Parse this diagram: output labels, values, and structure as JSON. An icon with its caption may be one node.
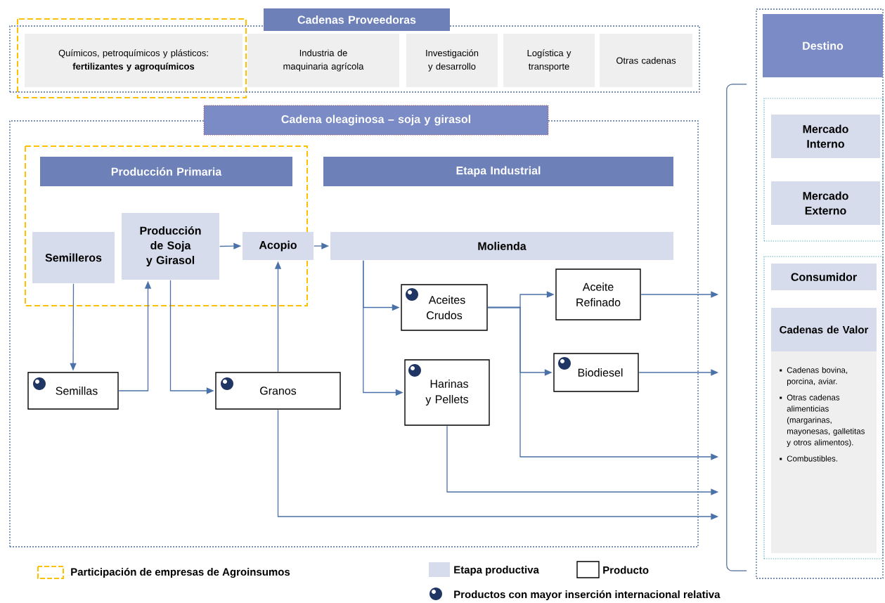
{
  "diagram": {
    "nodes": [
      {
        "text": [
          "Cadenas Proveedoras"
        ]
      },
      {
        "text": [
          "Químicos, petroquímicos y plásticos: **fertilizantes y agroquímicos**"
        ],
        "in": 0
      },
      {
        "text": [
          "Industria de maquinaria agrícola"
        ],
        "in": 0
      },
      {
        "text": [
          "Investigación y desarrollo"
        ],
        "in": 0
      },
      {
        "text": [
          "Logística y transporte"
        ],
        "in": 0
      },
      {
        "text": [
          "Otras cadenas"
        ],
        "in": 0
      },
      {
        "text": [
          "Cadena oleaginosa – soja y girasol"
        ]
      },
      {
        "text": [
          "Producción Primaria"
        ],
        "in": 6
      },
      {
        "text": [
          "Etapa Industrial"
        ],
        "in": 6
      },
      {
        "text": [
          "Semilleros"
        ],
        "in": 6
      },
      {
        "text": [
          "Producción de Soja y Girasol"
        ],
        "in": 6
      },
      {
        "text": [
          "Acopio"
        ],
        "in": 6
      },
      {
        "text": [
          "Molienda"
        ],
        "in": 6
      },
      {
        "text": [
          "Aceite Refinado"
        ],
        "in": 6
      },
      {
        "text": [
          "Aceites Crudos"
        ],
        "in": 6
      },
      {
        "text": [
          "Biodiesel"
        ],
        "in": 6
      },
      {
        "text": [
          "Harinas y Pellets"
        ],
        "in": 6
      },
      {
        "text": [
          "Semillas"
        ],
        "in": 6
      },
      {
        "text": [
          "Granos"
        ],
        "in": 6
      },
      {
        "text": [
          "Destino"
        ]
      },
      {
        "text": [],
        "shape": "box",
        "in": 19
      },
      {
        "text": [
          "Mercado Interno"
        ],
        "in": 20
      },
      {
        "text": [
          "Mercado Externo"
        ],
        "in": 20
      },
      {
        "text": [],
        "shape": "box",
        "in": 19
      },
      {
        "text": [
          "Consumidor"
        ],
        "in": 23
      },
      {
        "text": [
          "Cadenas de Valor",
          "Cadenas bovina, porcina, aviar.",
          "Otras cadenas alimenticias (margarinas, mayonesas, galletitas y otros alimentos).",
          "Combustibles."
        ],
        "in": 23
      },
      {
        "text": [],
        "shape": "bracket"
      }
    ],
    "edges": [
      {
        "from": 9,
        "to": 17,
        "arrow": "to"
      },
      {
        "from": 17,
        "to": 10,
        "arrow": "to"
      },
      {
        "from": 10,
        "to": 18,
        "arrow": "to"
      },
      {
        "from": 10,
        "to": 11,
        "arrow": "to"
      },
      {
        "from": 18,
        "to": 11,
        "arrow": "to"
      },
      {
        "from": 11,
        "to": 12,
        "arrow": "to"
      },
      {
        "from": 12,
        "to": 14,
        "arrow": "to"
      },
      {
        "from": 12,
        "to": 16,
        "arrow": "to"
      },
      {
        "from": 14,
        "to": 13,
        "arrow": "to"
      },
      {
        "from": 14,
        "to": 15,
        "arrow": "to"
      },
      {
        "from": 14,
        "to": 26,
        "arrow": "to"
      },
      {
        "from": 13,
        "to": 26,
        "arrow": "to"
      },
      {
        "from": 15,
        "to": 26,
        "arrow": "to"
      },
      {
        "from": 16,
        "to": 26,
        "arrow": "to"
      },
      {
        "from": 18,
        "to": 26,
        "arrow": "to"
      }
    ],
    "legend": [
      {
        "text": "Participación de empresas de Agroinsumos"
      },
      {
        "text": "Etapa productiva",
        "color": "#d6dcec"
      },
      {
        "text": "Producto"
      },
      {
        "text": "Productos con mayor inserción internacional relativa"
      }
    ]
  }
}
